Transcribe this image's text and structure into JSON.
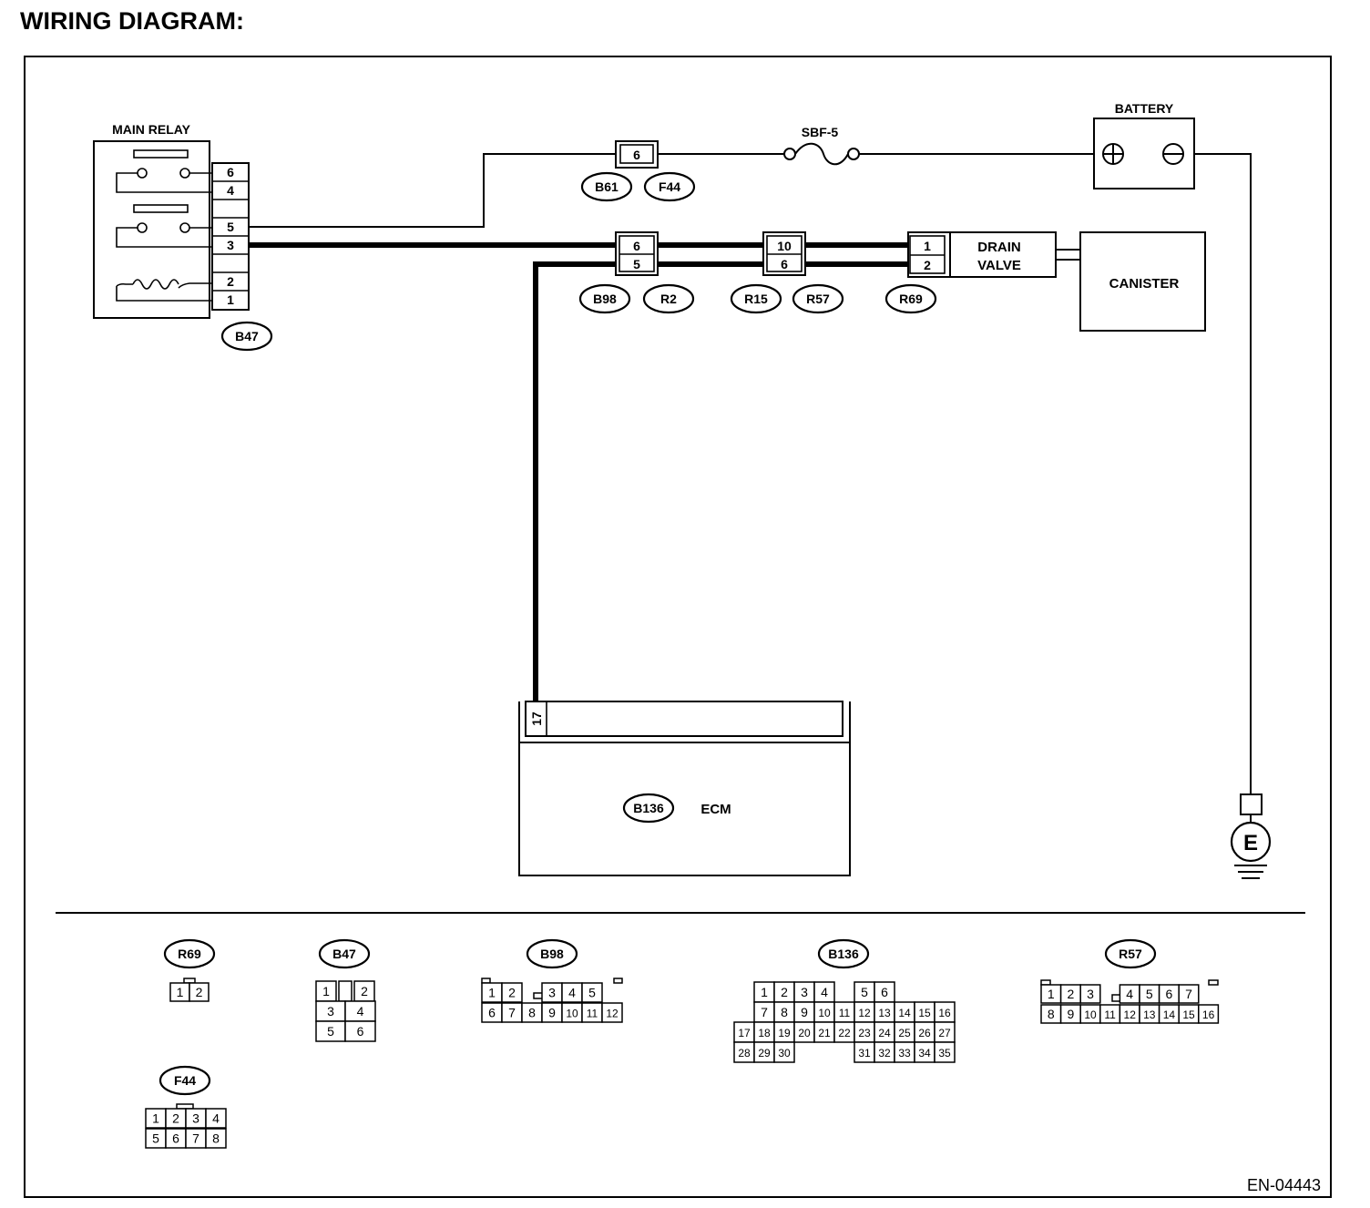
{
  "page_title": "WIRING DIAGRAM:",
  "figure_code": "EN-04443",
  "components": {
    "main_relay": "MAIN RELAY",
    "battery": "BATTERY",
    "fuse": "SBF-5",
    "drain_valve": [
      "DRAIN",
      "VALVE"
    ],
    "canister": "CANISTER",
    "ecm": "ECM",
    "ground": "E"
  },
  "relay_pins": [
    "6",
    "4",
    "5",
    "3",
    "2",
    "1"
  ],
  "wire_connectors": {
    "f44_pin": "6",
    "b98_pins": [
      "6",
      "5"
    ],
    "r57_pins": [
      "10",
      "6"
    ],
    "r69_pins": [
      "1",
      "2"
    ],
    "ecm_pin": "17"
  },
  "tags": {
    "b47": "B47",
    "b61": "B61",
    "f44": "F44",
    "b98": "B98",
    "r2": "R2",
    "r15": "R15",
    "r57": "R57",
    "r69": "R69",
    "b136": "B136"
  },
  "legend": [
    {
      "id": "R69",
      "rows": [
        [
          "1",
          "2"
        ]
      ]
    },
    {
      "id": "B47",
      "rows": [
        [
          "1",
          "",
          "2"
        ],
        [
          "3",
          "4"
        ],
        [
          "5",
          "6"
        ]
      ]
    },
    {
      "id": "B98",
      "rows": [
        [
          "1",
          "2",
          "",
          "3",
          "4",
          "5"
        ],
        [
          "6",
          "7",
          "8",
          "9",
          "10",
          "11",
          "12"
        ]
      ]
    },
    {
      "id": "B136",
      "rows": [
        [
          "1",
          "2",
          "3",
          "4",
          "",
          "5",
          "6"
        ],
        [
          "7",
          "8",
          "9",
          "10",
          "11",
          "12",
          "13",
          "14",
          "15",
          "16"
        ],
        [
          "17",
          "18",
          "19",
          "20",
          "21",
          "22",
          "23",
          "24",
          "25",
          "26",
          "27"
        ],
        [
          "28",
          "29",
          "30",
          "",
          "",
          "",
          "31",
          "32",
          "33",
          "34",
          "35"
        ]
      ]
    },
    {
      "id": "R57",
      "rows": [
        [
          "1",
          "2",
          "3",
          "",
          "4",
          "5",
          "6",
          "7"
        ],
        [
          "8",
          "9",
          "10",
          "11",
          "12",
          "13",
          "14",
          "15",
          "16"
        ]
      ]
    },
    {
      "id": "F44",
      "rows": [
        [
          "1",
          "2",
          "3",
          "4"
        ],
        [
          "5",
          "6",
          "7",
          "8"
        ]
      ]
    }
  ]
}
